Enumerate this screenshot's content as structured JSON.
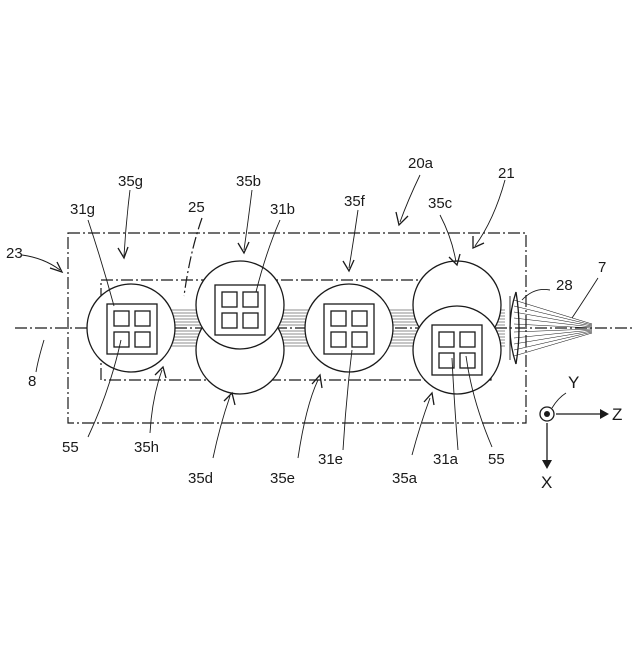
{
  "labels": {
    "l_20a": "20a",
    "l_21": "21",
    "l_23": "23",
    "l_25": "25",
    "l_28": "28",
    "l_7": "7",
    "l_8": "8",
    "l_31g": "31g",
    "l_31b": "31b",
    "l_31e": "31e",
    "l_31a": "31a",
    "l_35g": "35g",
    "l_35b": "35b",
    "l_35f": "35f",
    "l_35c": "35c",
    "l_35h": "35h",
    "l_35d": "35d",
    "l_35e": "35e",
    "l_35a": "35a",
    "l_55_left": "55",
    "l_55_right": "55"
  },
  "axes": {
    "x": "X",
    "y": "Y",
    "z": "Z"
  }
}
